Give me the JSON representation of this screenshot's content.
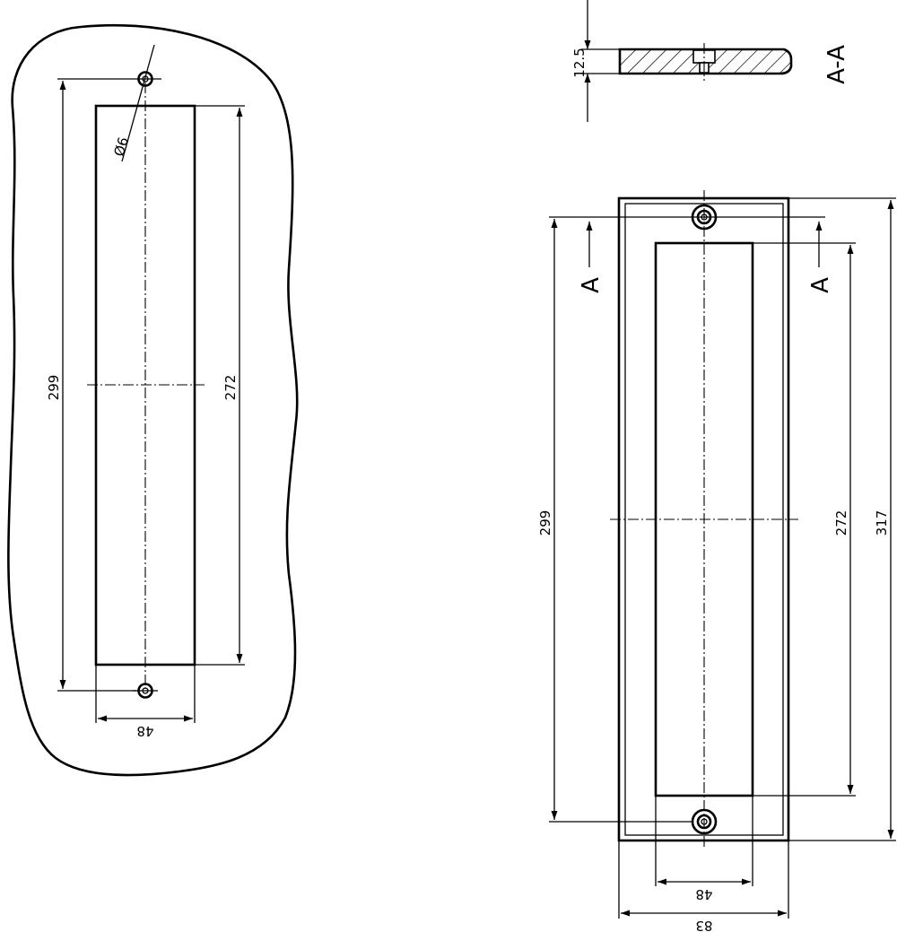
{
  "views": {
    "cutout": {
      "dim_height_outer": "299",
      "dim_height_inner": "272",
      "dim_width": "48",
      "dim_hole": "Ø6"
    },
    "plate": {
      "dim_height_outer": "299",
      "dim_height_inner": "272",
      "dim_height_total": "317",
      "dim_width_inner": "48",
      "dim_width_total": "83",
      "section_marker_left": "A",
      "section_marker_right": "A"
    },
    "section": {
      "title": "A-A",
      "dim_thickness": "12.5"
    }
  }
}
